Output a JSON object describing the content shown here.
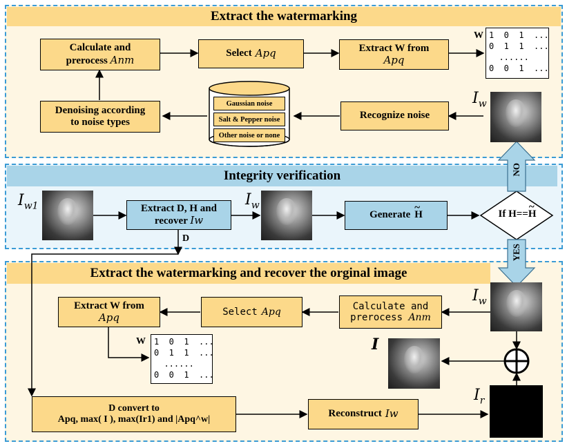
{
  "sections": {
    "top_title": "Extract the watermarking",
    "mid_title": "Integrity verification",
    "bottom_title": "Extract the watermarking and recover the orginal image"
  },
  "top": {
    "calc_line1": "Calculate and",
    "calc_line2": "prerocess",
    "calc_var": "Anm",
    "select_label": "Select",
    "select_var": "Apq",
    "extract_line1": "Extract W from",
    "extract_var": "Apq",
    "denoise_line1": "Denoising according",
    "denoise_line2": "to noise types",
    "recognize": "Recognize noise",
    "noise_types": [
      "Gaussian noise",
      "Salt & Pepper noise",
      "Other noise or none"
    ],
    "matrix_label": "W",
    "matrix_text": "1  0  1  ...\n0  1  1  ...\n  ......\n0  0  1  ...",
    "iw_label": "Iw"
  },
  "mid": {
    "iw1_label": "Iw1",
    "extract_line1": "Extract D, H and",
    "extract_line2": "recover",
    "extract_var": "Iw",
    "iw_label": "Iw",
    "generate": "Generate",
    "h_tilde": "H",
    "decision_text": "If H==",
    "d_label": "D",
    "no_label": "NO",
    "yes_label": "YES"
  },
  "bottom": {
    "extract_line1": "Extract W from",
    "extract_var": "Apq",
    "select_label": "Select",
    "select_var": "Apq",
    "calc_line1": "Calculate and",
    "calc_line2": "prerocess",
    "calc_var": "Anm",
    "matrix_label": "W",
    "matrix_text": "1  0  1  ...\n0  1  1  ...\n  ......\n0  0  1  ...",
    "iw_label": "Iw",
    "i_label": "I",
    "ir_label": "Ir",
    "dconvert_line1": "D convert to",
    "dconvert_line2": "Apq, max( I ), max(Ir1) and |Apq^w|",
    "reconstruct_label": "Reconstruct",
    "reconstruct_var": "Iw"
  },
  "colors": {
    "section_border": "#3a9bd5",
    "orange_band": "#fcd98a",
    "blue_band": "#a9d4e8",
    "box_fill": "#fcd98a",
    "blue_box_fill": "#a9d4e8",
    "section_fill_top": "#fef6e3",
    "section_fill_mid": "#eaf5fb"
  }
}
